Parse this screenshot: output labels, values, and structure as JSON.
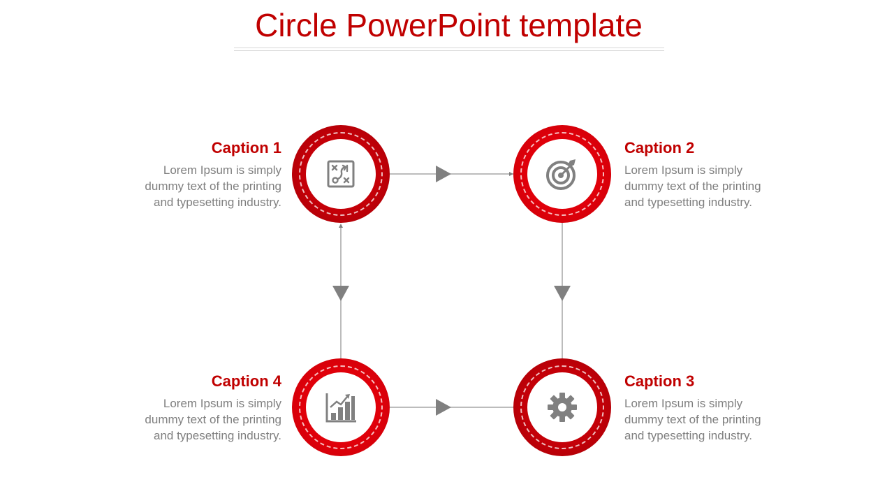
{
  "title": "Circle PowerPoint template",
  "colors": {
    "accent": "#c00000",
    "icon": "#808080",
    "text": "#7f7f7f",
    "connector": "#a6a6a6"
  },
  "steps": [
    {
      "caption": "Caption 1",
      "line1": "Lorem Ipsum is simply",
      "line2": "dummy text of the printing",
      "line3": "and typesetting industry.",
      "icon": "strategy-board-icon"
    },
    {
      "caption": "Caption 2",
      "line1": "Lorem Ipsum is simply",
      "line2": "dummy text of the printing",
      "line3": "and typesetting industry.",
      "icon": "target-icon"
    },
    {
      "caption": "Caption 3",
      "line1": "Lorem Ipsum is simply",
      "line2": "dummy text of the printing",
      "line3": "and typesetting industry.",
      "icon": "gear-icon"
    },
    {
      "caption": "Caption 4",
      "line1": "Lorem Ipsum is simply",
      "line2": "dummy text of the printing",
      "line3": "and typesetting industry.",
      "icon": "growth-chart-icon"
    }
  ]
}
